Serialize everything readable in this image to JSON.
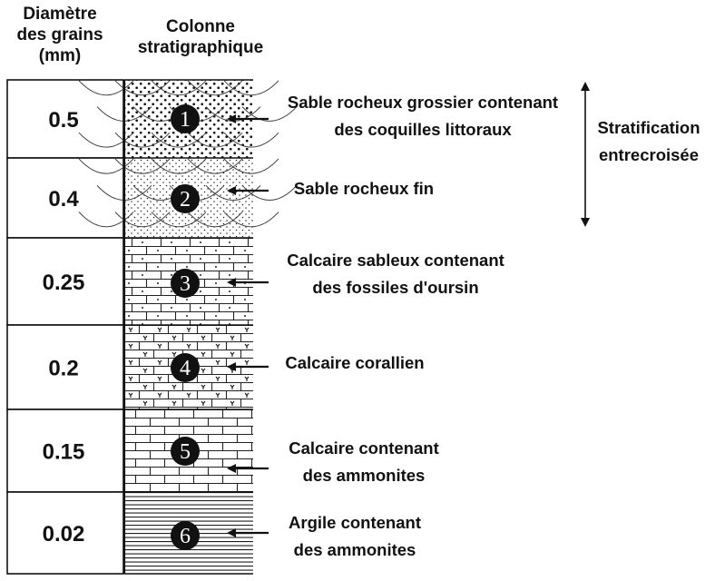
{
  "headers": {
    "grain_size": [
      "Diamètre",
      "des grains",
      "(mm)"
    ],
    "column": [
      "Colonne",
      "stratigraphique"
    ]
  },
  "layers": [
    {
      "number": "1",
      "grain_size": "0.5",
      "description": [
        "Sable rocheux grossier contenant",
        "des coquilles littoraux"
      ],
      "pattern": "coarse-sand-crossbedded"
    },
    {
      "number": "2",
      "grain_size": "0.4",
      "description": [
        "Sable rocheux fin"
      ],
      "pattern": "fine-sand-crossbedded"
    },
    {
      "number": "3",
      "grain_size": "0.25",
      "description": [
        "Calcaire sableux contenant",
        "des fossiles d'oursin"
      ],
      "pattern": "sandy-limestone"
    },
    {
      "number": "4",
      "grain_size": "0.2",
      "description": [
        "Calcaire corallien"
      ],
      "pattern": "coral-limestone"
    },
    {
      "number": "5",
      "grain_size": "0.15",
      "description": [
        "Calcaire contenant",
        "des ammonites"
      ],
      "pattern": "limestone"
    },
    {
      "number": "6",
      "grain_size": "0.02",
      "description": [
        "Argile contenant",
        "des ammonites"
      ],
      "pattern": "clay"
    }
  ],
  "bracket": {
    "label": [
      "Stratification",
      "entrecroisée"
    ],
    "spans_layers": [
      "1",
      "2"
    ]
  }
}
